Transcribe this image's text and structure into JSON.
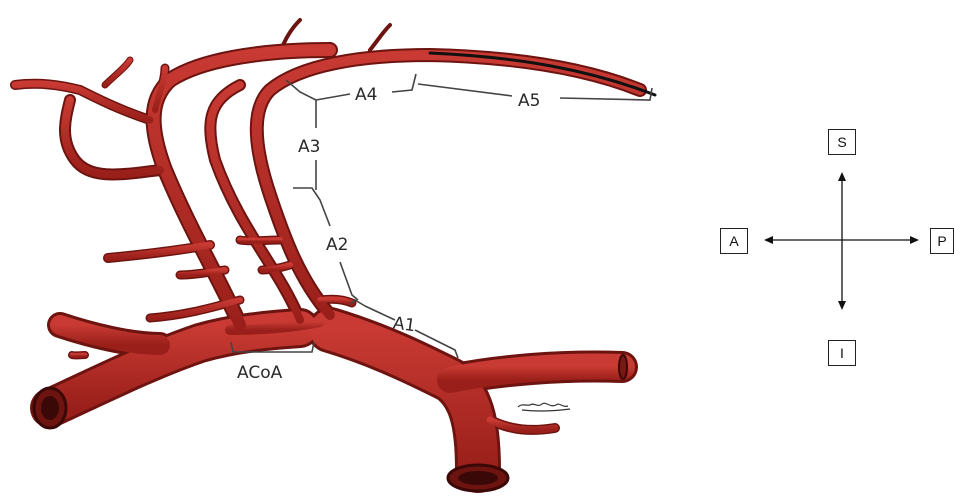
{
  "diagram": {
    "segments": {
      "a1": "A1",
      "a2": "A2",
      "a3": "A3",
      "a4": "A4",
      "a5": "A5",
      "acoa": "ACoA"
    },
    "signature": "Cassatley Jnd",
    "compass": {
      "superior": "S",
      "inferior": "I",
      "anterior": "A",
      "posterior": "P"
    },
    "colors": {
      "vessel": "#b82a25",
      "vessel_dark": "#6d1410",
      "lumen": "#5a0f0c",
      "bracket": "#444444"
    }
  }
}
